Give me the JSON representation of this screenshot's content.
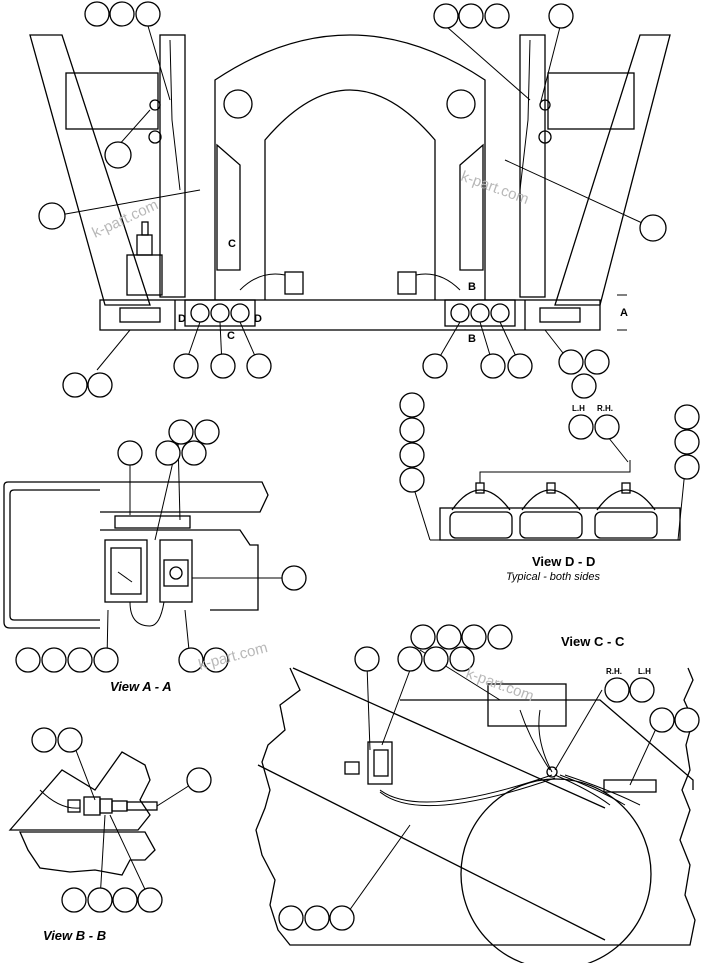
{
  "views": {
    "a": "View A - A",
    "b": "View B - B",
    "c": "View C - C",
    "d": "View D - D",
    "d_sub": "Typical - both sides"
  },
  "section_markers": {
    "a": "A",
    "b": "B",
    "c": "C",
    "d": "D"
  },
  "lamp_side_labels": {
    "lh": "L.H",
    "rh": "R.H.",
    "lh_c": "L.H",
    "rh_c": "R.H."
  },
  "watermark": "k-part.com"
}
